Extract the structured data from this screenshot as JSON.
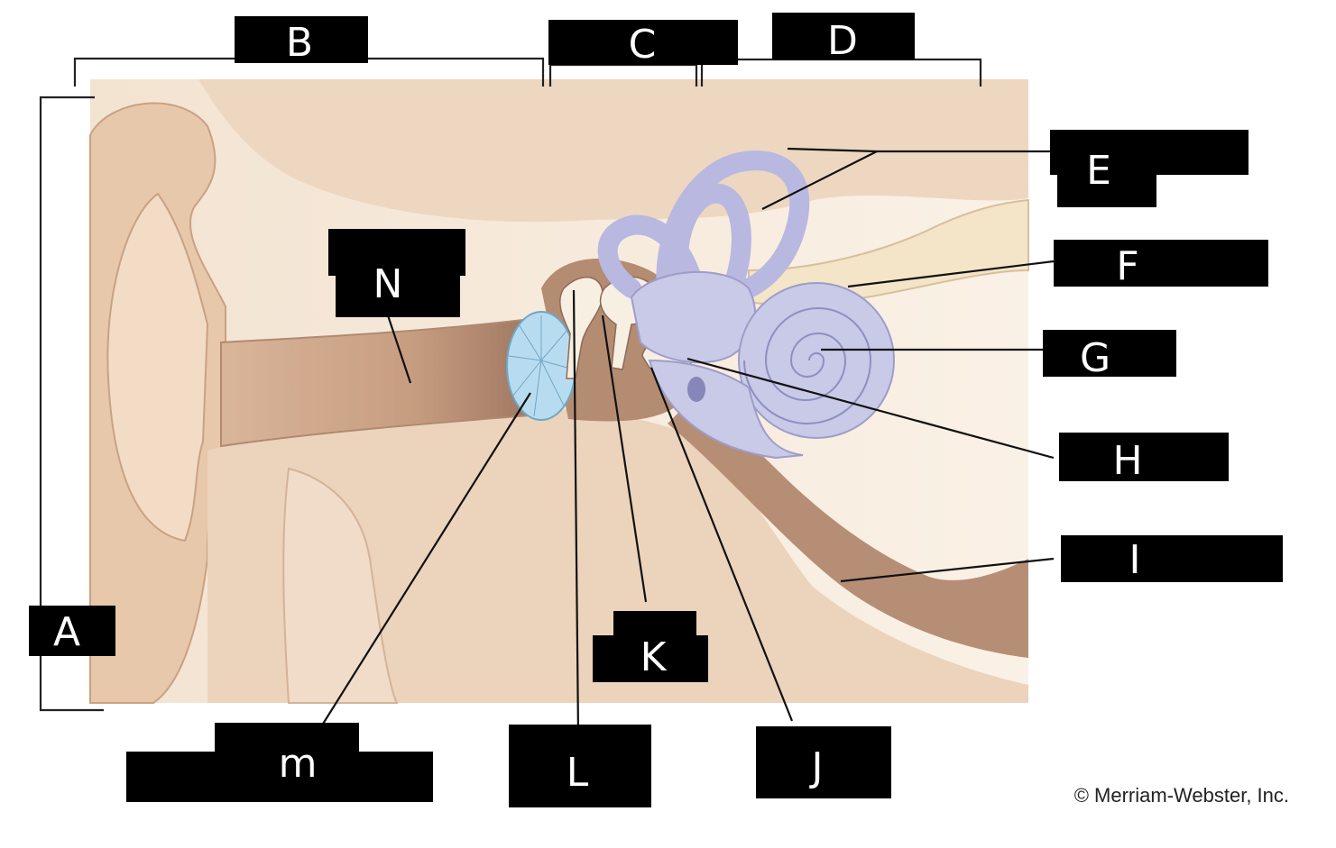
{
  "labels": {
    "a": "A",
    "b": "B",
    "c": "C",
    "d": "D",
    "e": "E",
    "f": "F",
    "g": "G",
    "h": "H",
    "i": "I",
    "j": "J",
    "k": "K",
    "l": "L",
    "m": "m",
    "n": "N"
  },
  "copyright": "© Merriam-Webster, Inc.",
  "colors": {
    "skin_light": "#f3e2cf",
    "skin_mid": "#e9ccb0",
    "skin_dark": "#a98068",
    "inner_ear": "#c9c9e8",
    "eardrum": "#b8dcef",
    "nerve": "#f4e4c8",
    "label_bg": "#000000",
    "label_text": "#ffffff"
  }
}
